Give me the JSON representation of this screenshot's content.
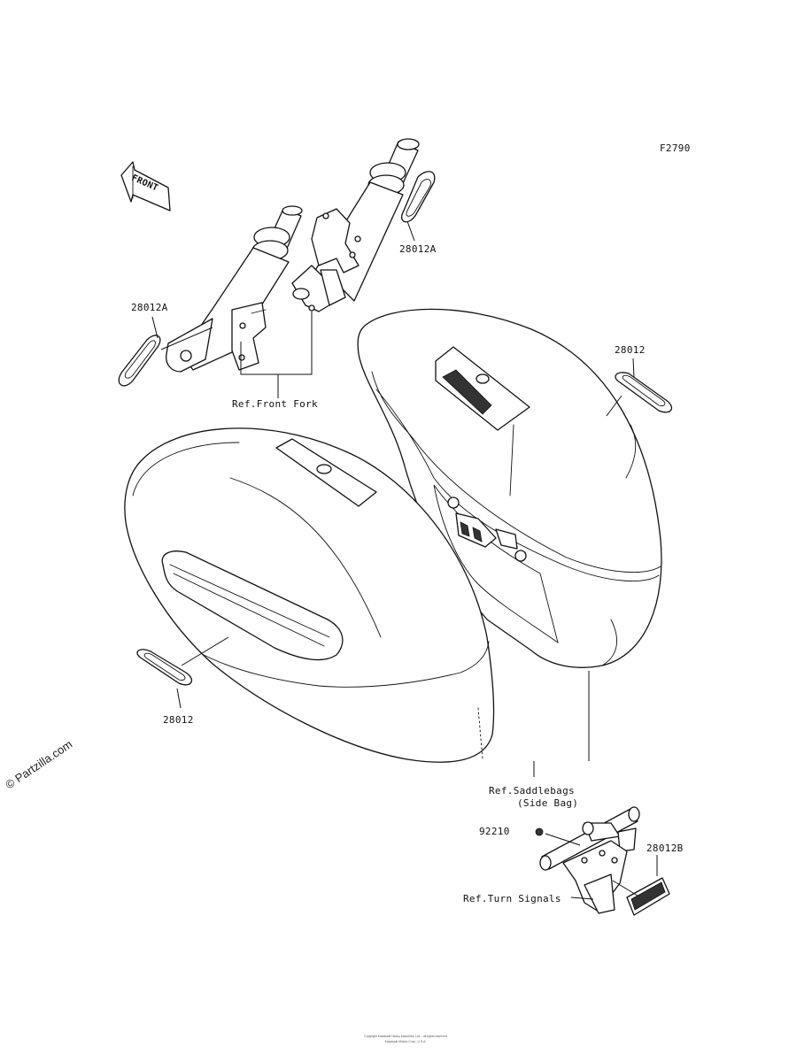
{
  "figure_code": "F2790",
  "front_badge": "FRONT",
  "callouts": {
    "p28012A_top": "28012A",
    "p28012A_left": "28012A",
    "p28012_right": "28012",
    "p28012_left": "28012",
    "p92210": "92210",
    "p28012B": "28012B"
  },
  "references": {
    "front_fork": "Ref.Front Fork",
    "saddlebags_line1": "Ref.Saddlebags",
    "saddlebags_line2": "(Side Bag)",
    "turn_signals": "Ref.Turn Signals"
  },
  "watermark": "© Partzilla.com",
  "footer_line1": "Copyright Kawasaki Heavy Industries, Ltd. - all rights reserved",
  "footer_line2": "Kawasaki Motors Corp., U.S.A."
}
